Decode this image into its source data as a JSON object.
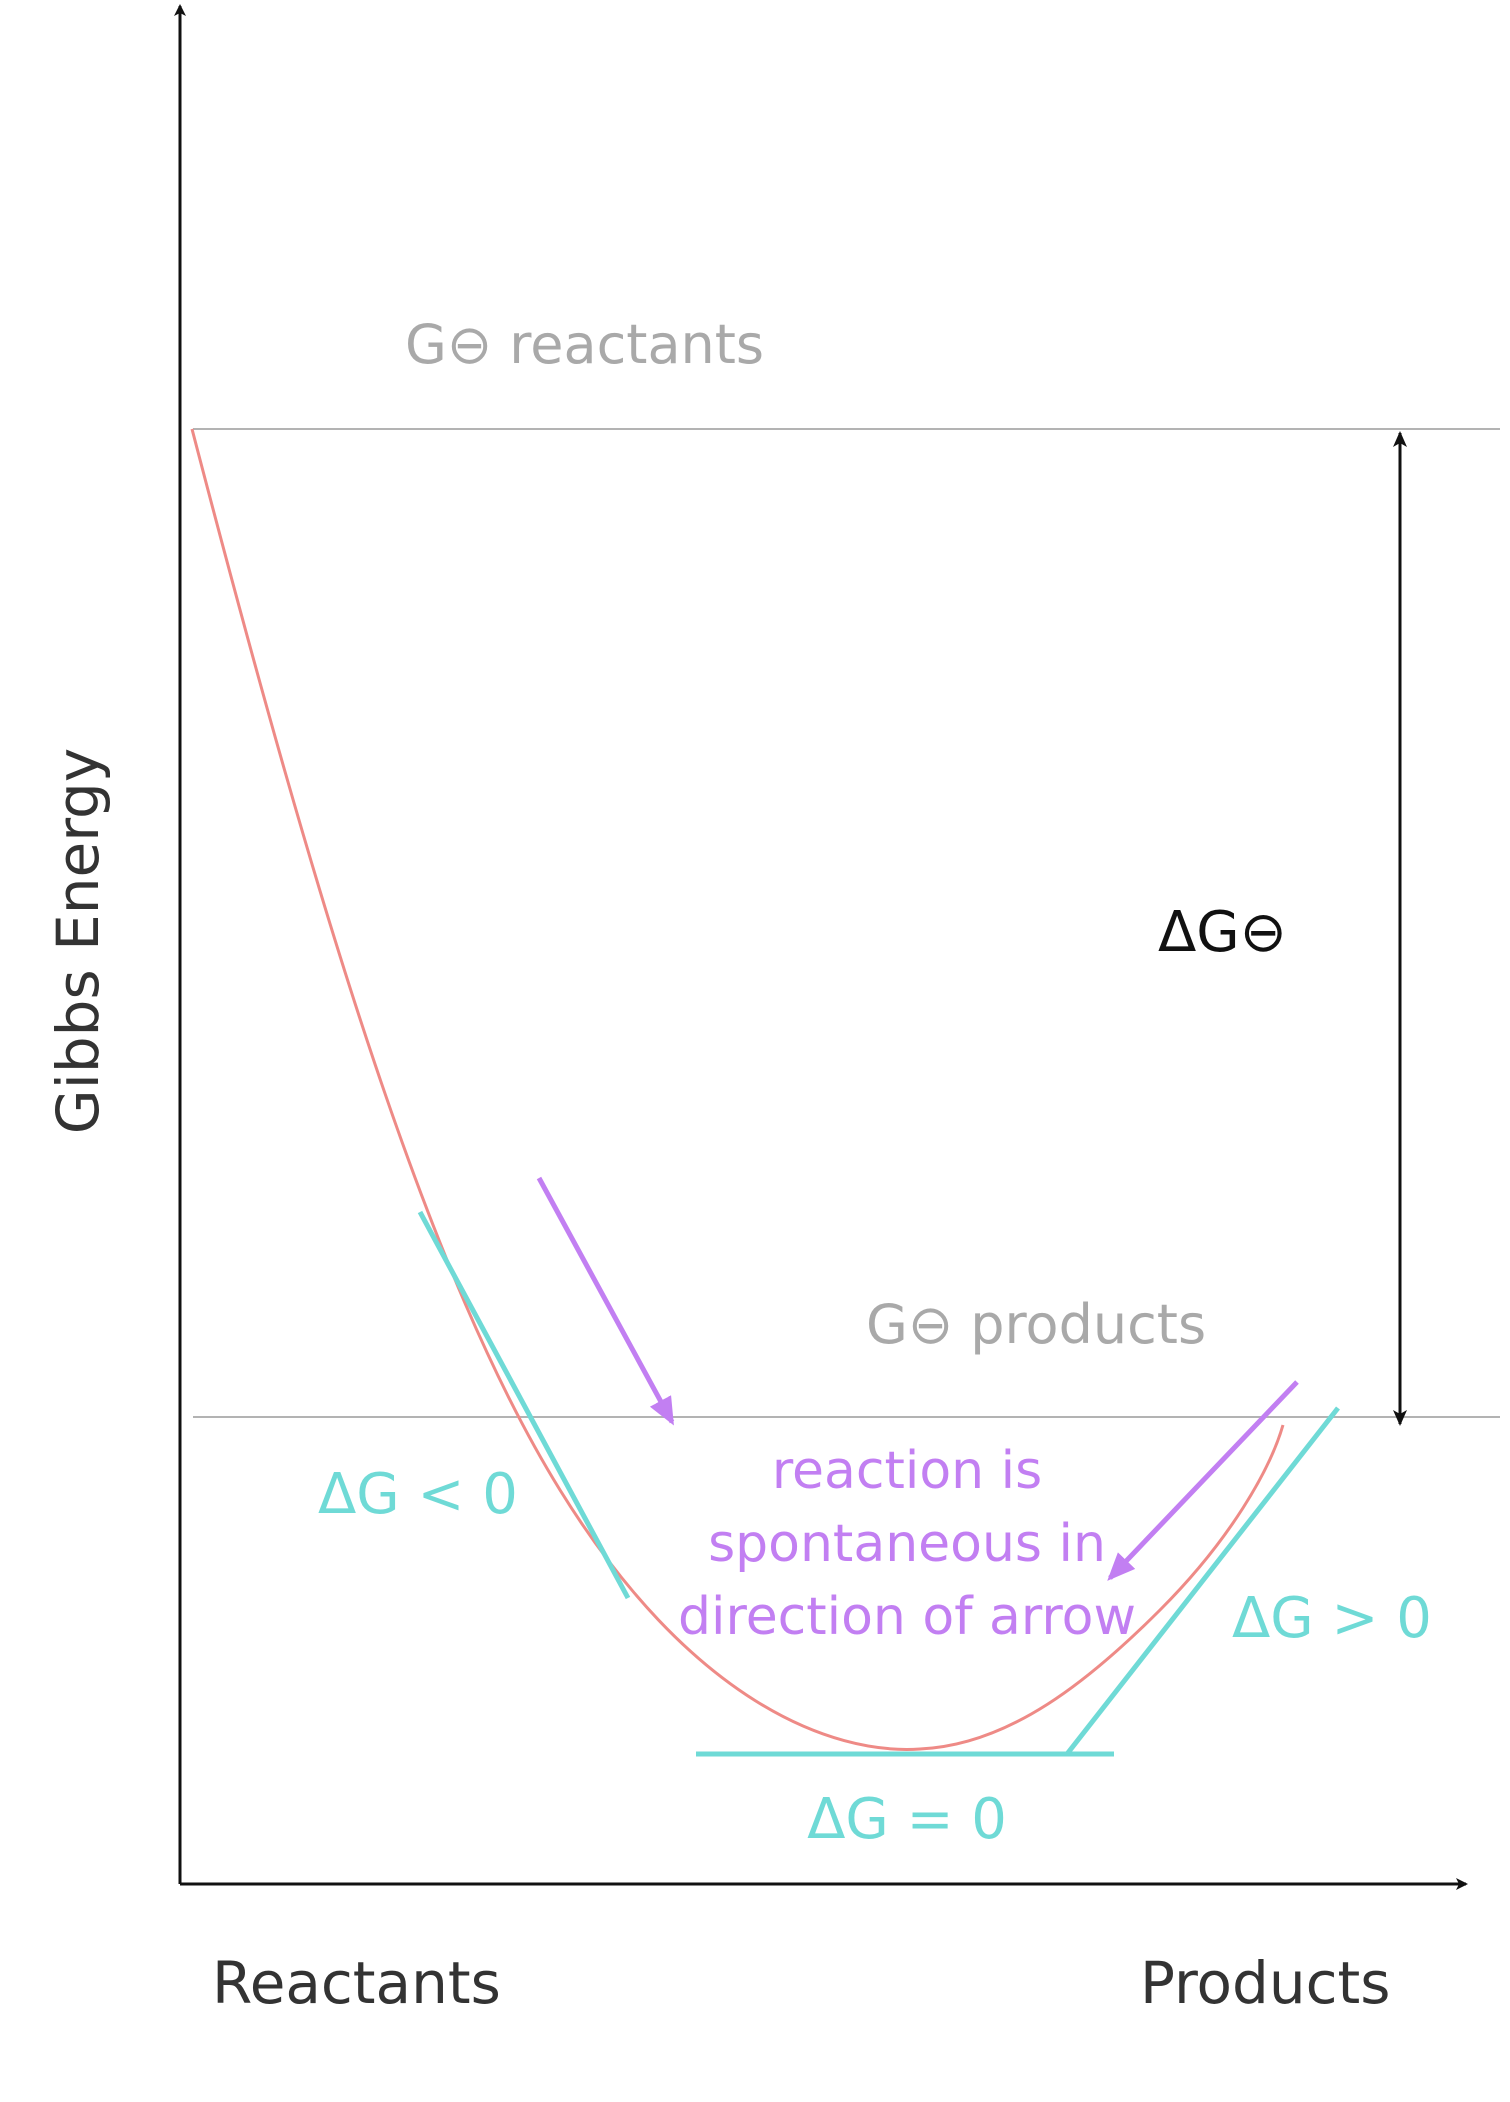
{
  "colors": {
    "axis": "#111111",
    "reference_line": "#b3b3b3",
    "curve": "#ee8a86",
    "tangent": "#6fdad6",
    "arrow": "#c27ff2",
    "label_gray": "#a9a9a9",
    "label_black": "#111111"
  },
  "axes": {
    "y_label": "Gibbs Energy",
    "x_left_label": "Reactants",
    "x_right_label": "Products"
  },
  "levels": {
    "reactants_label": "G⊖ reactants",
    "products_label": "G⊖ products"
  },
  "delta_g_standard": {
    "label": "ΔG⊖"
  },
  "tangents": {
    "negative_label": "ΔG < 0",
    "zero_label": "ΔG = 0",
    "positive_label": "ΔG > 0"
  },
  "annotation": {
    "lines": [
      "reaction is",
      "spontaneous in",
      "direction of arrow"
    ]
  },
  "icons": {
    "axis_arrows": "arrow-head-icon",
    "double_arrow": "double-headed-arrow-icon",
    "spontaneous_arrows": "arrow-icon"
  }
}
